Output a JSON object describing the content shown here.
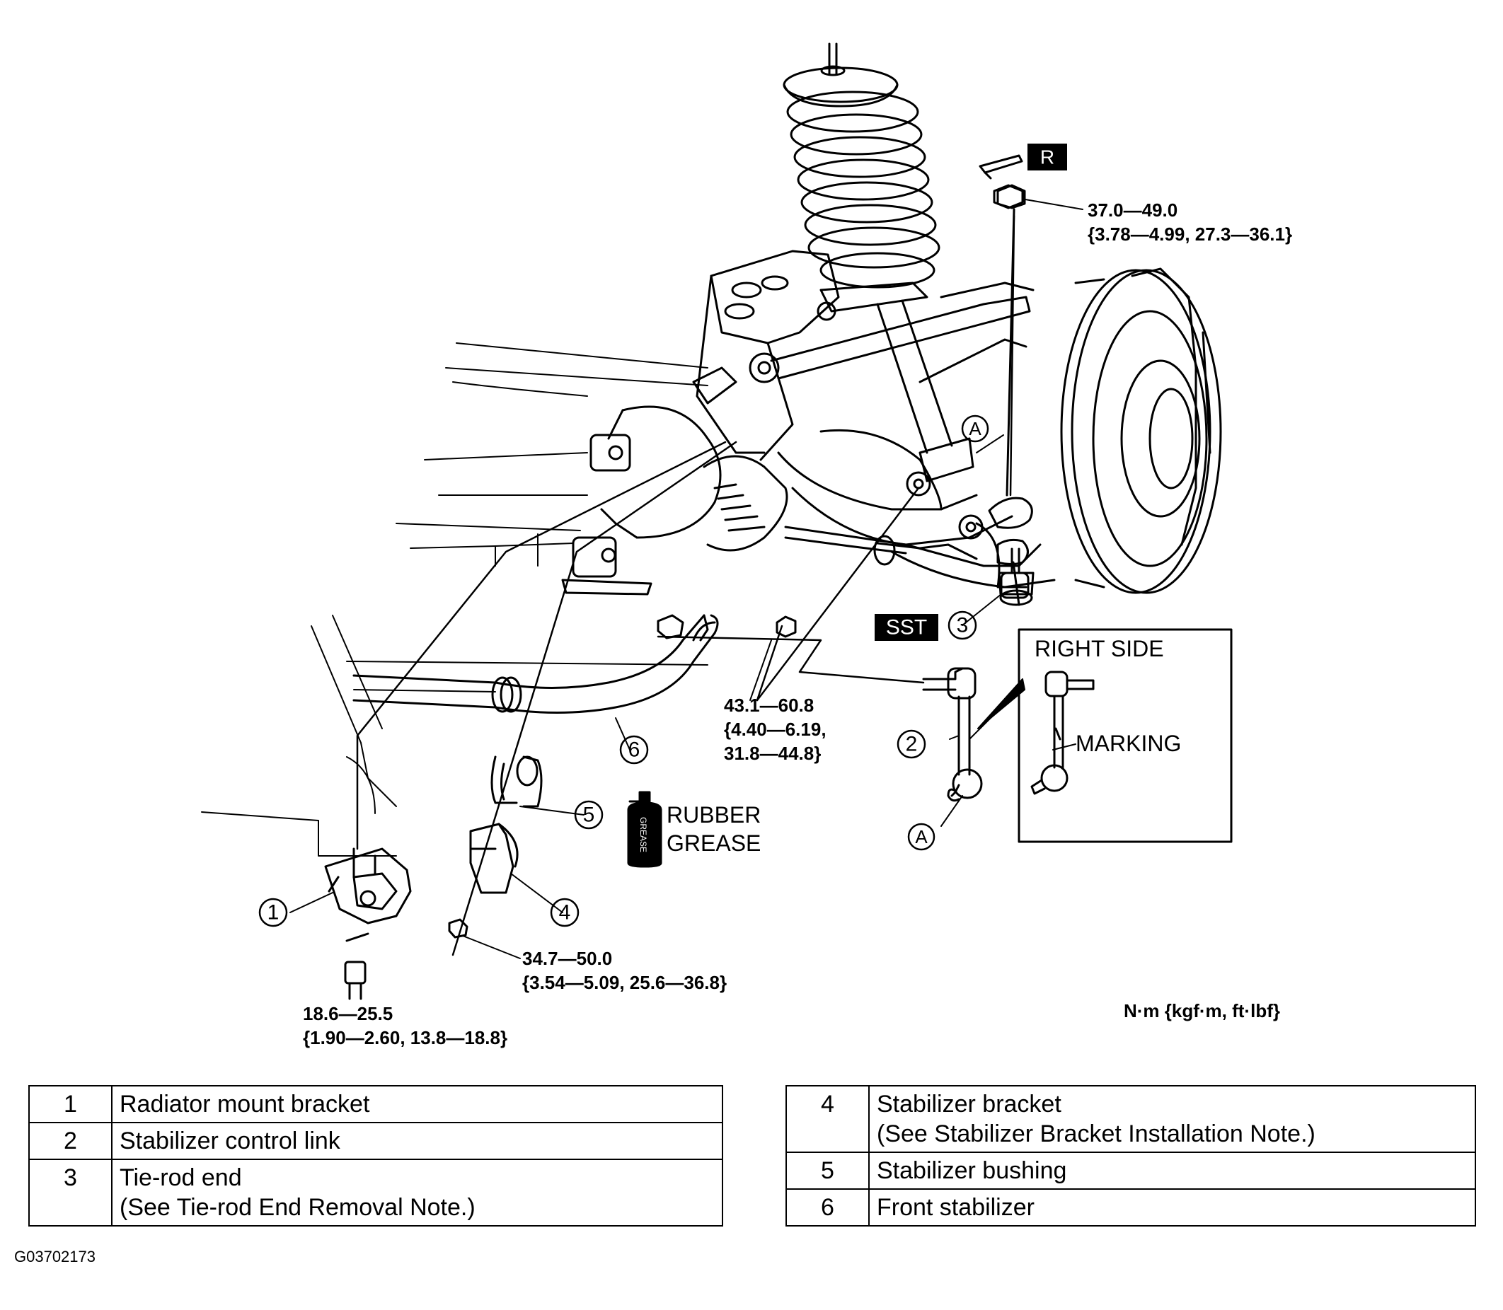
{
  "labels": {
    "r_badge": "R",
    "sst_badge": "SST",
    "right_side": "RIGHT SIDE",
    "marking": "MARKING",
    "rubber": "RUBBER",
    "grease": "GREASE",
    "grease_can": "GREASE",
    "point_a": "A",
    "units": "N·m {kgf·m, ft·lbf}",
    "figure_id": "G03702173"
  },
  "callouts": [
    "1",
    "2",
    "3",
    "4",
    "5",
    "6"
  ],
  "torques": {
    "t1": {
      "line1": "37.0—49.0",
      "line2": "{3.78—4.99, 27.3—36.1}"
    },
    "t2": {
      "line1": "43.1—60.8",
      "line2": "{4.40—6.19,",
      "line3": "31.8—44.8}"
    },
    "t3": {
      "line1": "34.7—50.0",
      "line2": "{3.54—5.09, 25.6—36.8}"
    },
    "t4": {
      "line1": "18.6—25.5",
      "line2": "{1.90—2.60, 13.8—18.8}"
    }
  },
  "parts_left": [
    {
      "num": "1",
      "name": "Radiator mount bracket",
      "note": ""
    },
    {
      "num": "2",
      "name": "Stabilizer control link",
      "note": ""
    },
    {
      "num": "3",
      "name": "Tie-rod end",
      "note": "(See Tie-rod End Removal Note.)"
    }
  ],
  "parts_right": [
    {
      "num": "4",
      "name": "Stabilizer bracket",
      "note": "(See Stabilizer Bracket Installation Note.)"
    },
    {
      "num": "5",
      "name": "Stabilizer bushing",
      "note": ""
    },
    {
      "num": "6",
      "name": "Front stabilizer",
      "note": ""
    }
  ]
}
